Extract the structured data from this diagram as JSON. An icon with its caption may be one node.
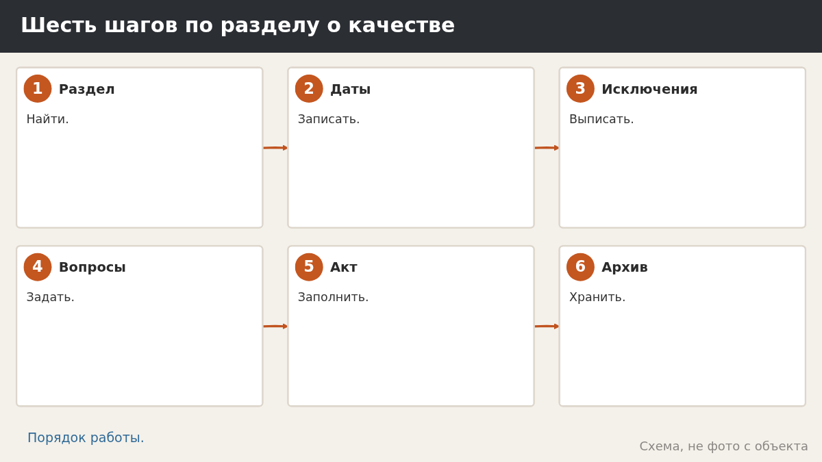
{
  "diagram": {
    "title": "Шесть шагов по разделу о качестве",
    "caption": "Порядок работы.",
    "nodes": [
      {
        "text": [
          "1",
          "Раздел",
          "Найти."
        ]
      },
      {
        "text": [
          "2",
          "Даты",
          "Записать."
        ]
      },
      {
        "text": [
          "3",
          "Исключения",
          "Выписать."
        ]
      },
      {
        "text": [
          "4",
          "Вопросы",
          "Задать."
        ]
      },
      {
        "text": [
          "5",
          "Акт",
          "Заполнить."
        ]
      },
      {
        "text": [
          "6",
          "Архив",
          "Хранить."
        ]
      }
    ],
    "edges": [
      {
        "from": 0,
        "to": 1,
        "arrow": "to"
      },
      {
        "from": 1,
        "to": 2,
        "arrow": "to"
      },
      {
        "from": 3,
        "to": 4,
        "arrow": "to"
      },
      {
        "from": 4,
        "to": 5,
        "arrow": "to"
      }
    ],
    "labels": [
      "Схема, не фото с объекта"
    ]
  }
}
